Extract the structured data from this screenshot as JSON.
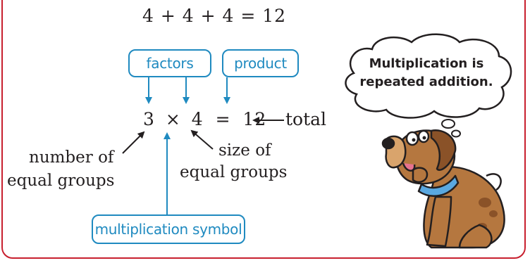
{
  "top_equation": "4 + 4 + 4 = 12",
  "main_equation": {
    "factor1": "3",
    "times": "×",
    "factor2": "4",
    "equals": "=",
    "product": "12"
  },
  "labels": {
    "factors": "factors",
    "product": "product",
    "total": "total",
    "number_of_groups_line1": "number of",
    "number_of_groups_line2": "equal groups",
    "size_of_groups_line1": "size of",
    "size_of_groups_line2": "equal groups",
    "multiplication_symbol": "multiplication symbol"
  },
  "thought_bubble": {
    "line1": "Multiplication is",
    "line2": "repeated addition."
  },
  "colors": {
    "frame": "#c8202f",
    "accent": "#1f8ac0",
    "dog": "#b5773f"
  },
  "icons": [
    "dog-illustration",
    "thought-bubble"
  ]
}
